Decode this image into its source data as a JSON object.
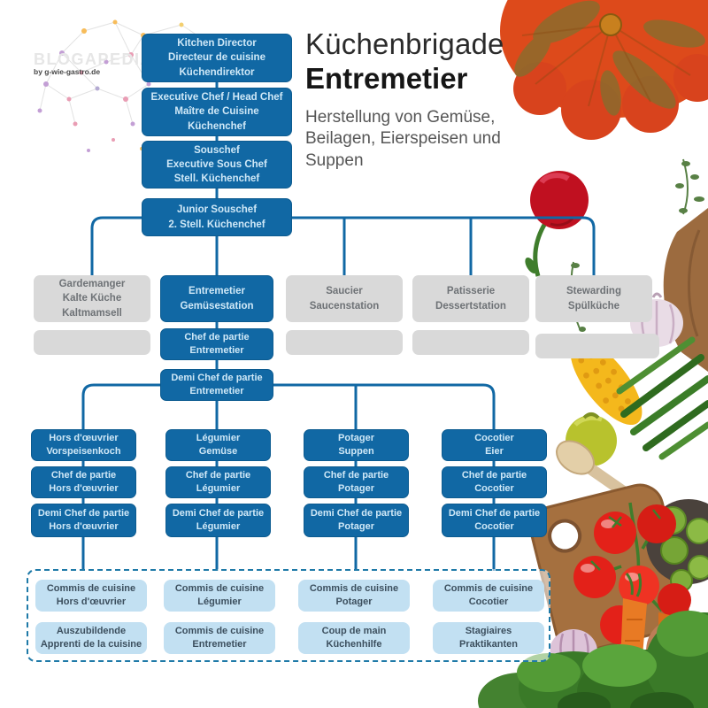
{
  "logo": {
    "brand": "BLOGAPEDIA",
    "tagline": "by g-wie-gastro.de"
  },
  "header": {
    "title_regular": "Küchenbrigade",
    "title_bold": "Entremetier",
    "subtitle": "Herstellung von Gemüse, Beilagen, Eierspeisen und Suppen"
  },
  "chain": [
    {
      "lines": [
        "Kitchen Director",
        "Directeur de cuisine",
        "Küchendirektor"
      ]
    },
    {
      "lines": [
        "Executive Chef / Head Chef",
        "Maître de Cuisine",
        "Küchenchef"
      ]
    },
    {
      "lines": [
        "Souschef",
        "Executive Sous Chef",
        "Stell. Küchenchef"
      ]
    },
    {
      "lines": [
        "Junior Souschef",
        "2. Stell. Küchenchef"
      ]
    }
  ],
  "stations": [
    {
      "lines": [
        "Gardemanger",
        "Kalte Küche",
        "Kaltmamsell"
      ],
      "style": "gray"
    },
    {
      "lines": [
        "Entremetier",
        "Gemüsestation"
      ],
      "style": "blue"
    },
    {
      "lines": [
        "Saucier",
        "Saucenstation"
      ],
      "style": "gray"
    },
    {
      "lines": [
        "Patisserie",
        "Dessertstation"
      ],
      "style": "gray"
    },
    {
      "lines": [
        "Stewarding",
        "Spülküche"
      ],
      "style": "gray"
    }
  ],
  "entremetier_chain": [
    {
      "lines": [
        "Chef de partie",
        "Entremetier"
      ]
    },
    {
      "lines": [
        "Demi Chef de partie",
        "Entremetier"
      ]
    }
  ],
  "columns": [
    {
      "head": [
        "Hors d'œuvrier",
        "Vorspeisenkoch"
      ],
      "chef": [
        "Chef de partie",
        "Hors d'œuvrier"
      ],
      "demi": [
        "Demi Chef de partie",
        "Hors d'œuvrier"
      ],
      "commis": [
        "Commis de cuisine",
        "Hors d'œuvrier"
      ],
      "extra": [
        "Auszubildende",
        "Apprenti de la cuisine"
      ]
    },
    {
      "head": [
        "Légumier",
        "Gemüse"
      ],
      "chef": [
        "Chef de partie",
        "Légumier"
      ],
      "demi": [
        "Demi Chef de partie",
        "Légumier"
      ],
      "commis": [
        "Commis de cuisine",
        "Légumier"
      ],
      "extra": [
        "Commis de cuisine",
        "Entremetier"
      ]
    },
    {
      "head": [
        "Potager",
        "Suppen"
      ],
      "chef": [
        "Chef de partie",
        "Potager"
      ],
      "demi": [
        "Demi Chef de partie",
        "Potager"
      ],
      "commis": [
        "Commis de cuisine",
        "Potager"
      ],
      "extra": [
        "Coup de main",
        "Küchenhilfe"
      ]
    },
    {
      "head": [
        "Cocotier",
        "Eier"
      ],
      "chef": [
        "Chef de partie",
        "Cocotier"
      ],
      "demi": [
        "Demi Chef de partie",
        "Cocotier"
      ],
      "commis": [
        "Commis de cuisine",
        "Cocotier"
      ],
      "extra": [
        "Stagiaires",
        "Praktikanten"
      ]
    }
  ],
  "colors": {
    "box_blue": "#1168a4",
    "box_gray": "#d9d9d9",
    "box_lightblue": "#c2e0f2",
    "connector": "#1168a4",
    "dashed_border": "#1f7aa8"
  }
}
